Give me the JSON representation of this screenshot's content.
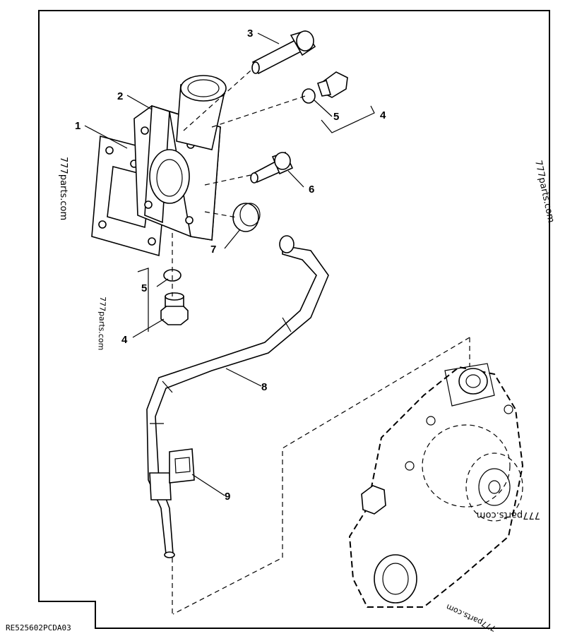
{
  "figure_id": "RE525602PCDA03",
  "watermark": "777parts.com",
  "callouts": [
    {
      "id": "c1",
      "label": "1"
    },
    {
      "id": "c2",
      "label": "2"
    },
    {
      "id": "c3",
      "label": "3"
    },
    {
      "id": "c4a",
      "label": "4"
    },
    {
      "id": "c5a",
      "label": "5"
    },
    {
      "id": "c6",
      "label": "6"
    },
    {
      "id": "c7",
      "label": "7"
    },
    {
      "id": "c5b",
      "label": "5"
    },
    {
      "id": "c4b",
      "label": "4"
    },
    {
      "id": "c8",
      "label": "8"
    },
    {
      "id": "c9",
      "label": "9"
    }
  ]
}
